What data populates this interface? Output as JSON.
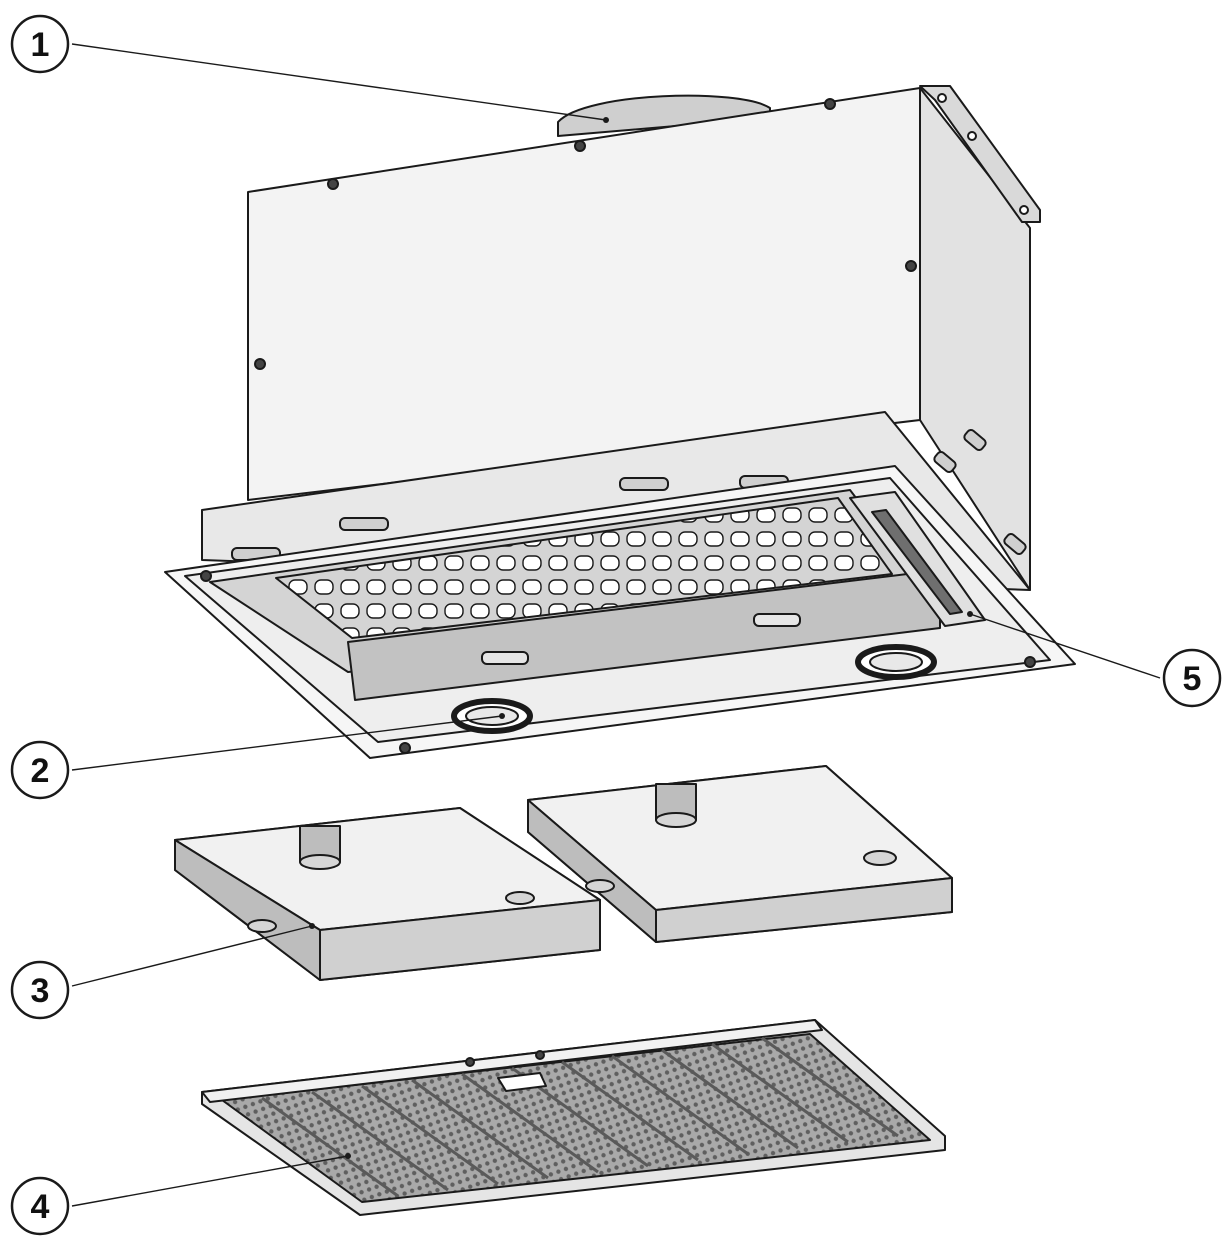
{
  "callouts": [
    {
      "id": "1",
      "label": "1"
    },
    {
      "id": "2",
      "label": "2"
    },
    {
      "id": "3",
      "label": "3"
    },
    {
      "id": "4",
      "label": "4"
    },
    {
      "id": "5",
      "label": "5"
    }
  ],
  "colors": {
    "line": "#1a1a1a",
    "panel_light": "#ededed",
    "panel_mid": "#d6d6d6",
    "panel_dark": "#b9b9b9",
    "duct": "#cfcfcf",
    "mesh": "#8e8e8e",
    "background": "#ffffff"
  },
  "icons": {
    "part-1": "air-duct-outlet",
    "part-2": "light-lamp",
    "part-3": "carbon-filter",
    "part-4": "grease-filter",
    "part-5": "control-panel"
  }
}
